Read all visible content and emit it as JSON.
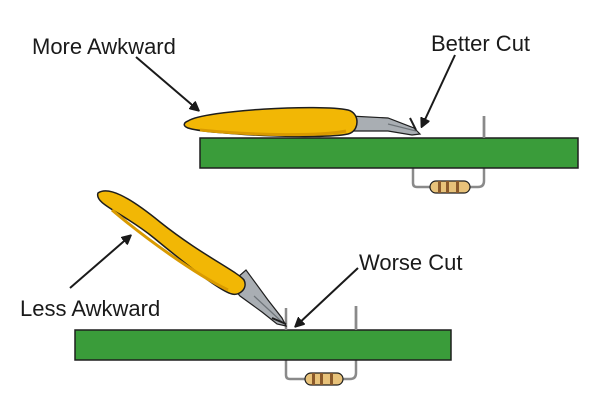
{
  "labels": {
    "more_awkward": "More Awkward",
    "better_cut": "Better Cut",
    "less_awkward": "Less Awkward",
    "worse_cut": "Worse Cut"
  },
  "colors": {
    "board": "#3a9c3a",
    "board_outline": "#1e1e1e",
    "handle": "#f2b705",
    "handle_shadow": "#d99a00",
    "blade": "#a9aeb3",
    "blade_dark": "#6d7378",
    "resistor": "#e8c27a",
    "lead": "#8a8a8a",
    "arrow": "#1a1a1a"
  }
}
